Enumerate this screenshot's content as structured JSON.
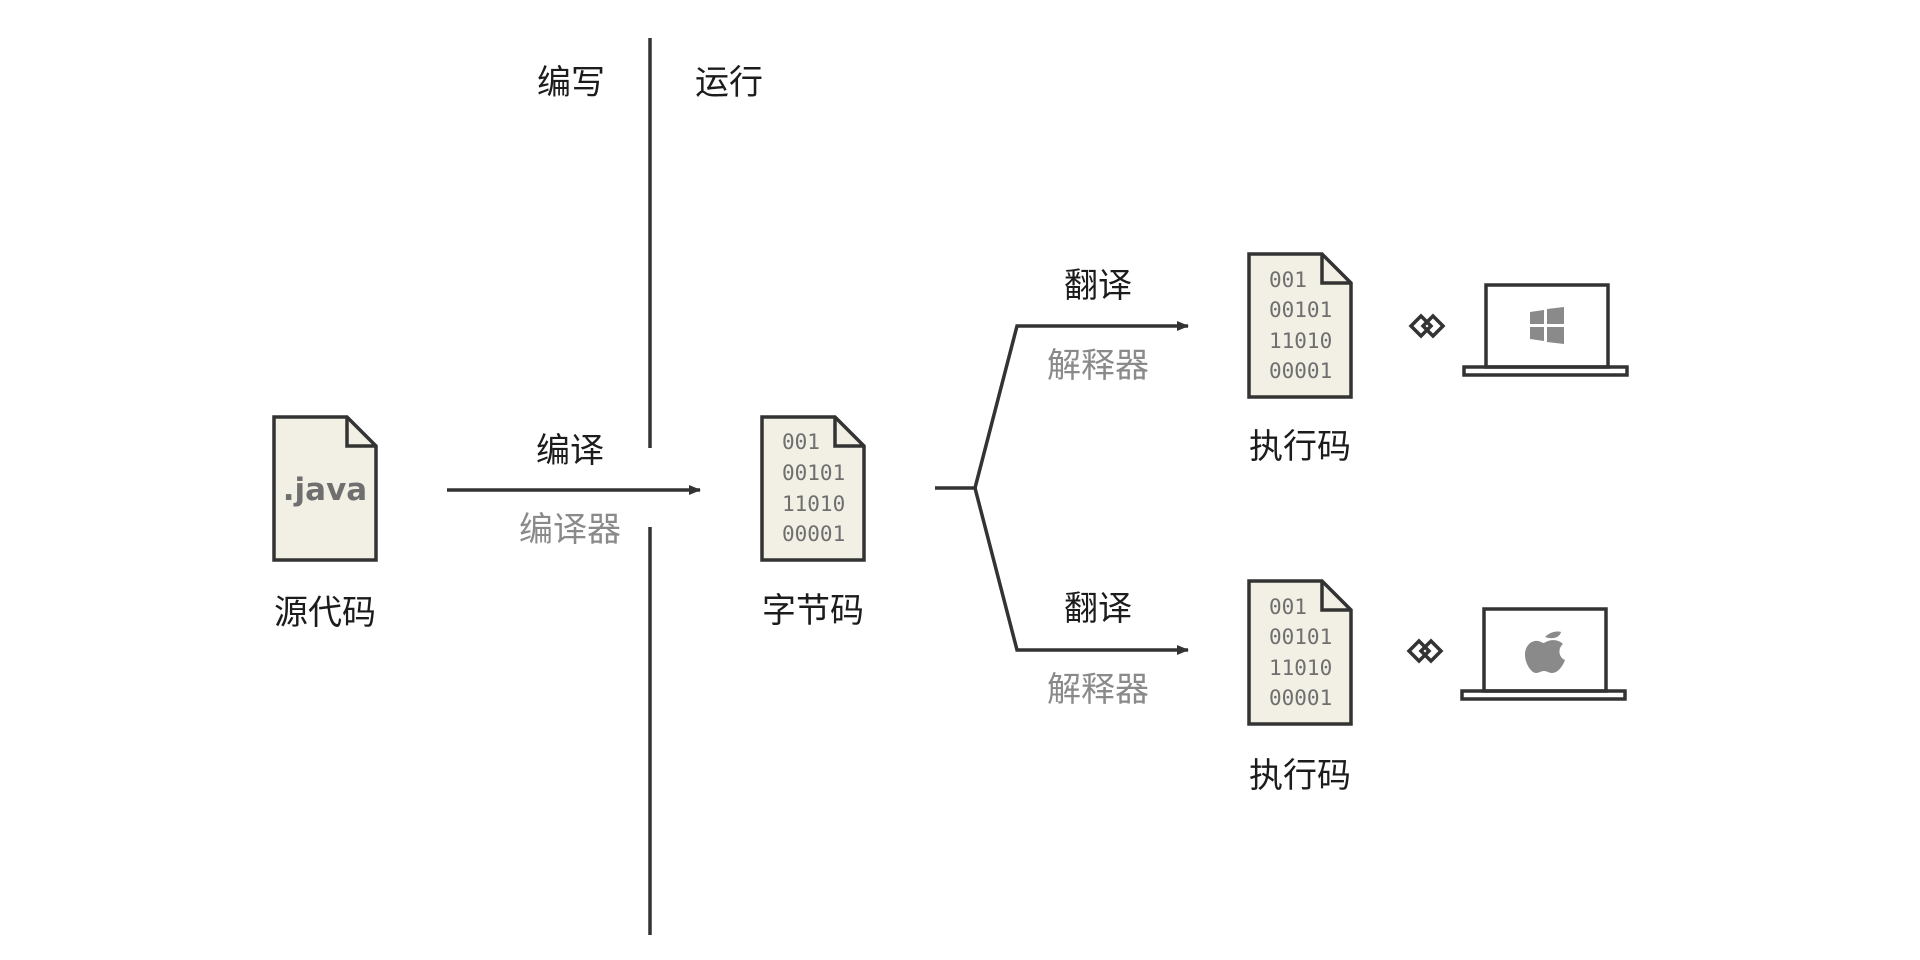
{
  "phases": {
    "write": "编写",
    "run": "运行"
  },
  "source": {
    "label": "源代码",
    "file_ext": ".java"
  },
  "compile": {
    "action": "编译",
    "tool": "编译器"
  },
  "bytecode": {
    "label": "字节码",
    "bits": [
      "001",
      "00101",
      "11010",
      "00001"
    ]
  },
  "branches": [
    {
      "action": "翻译",
      "tool": "解释器",
      "output_label": "执行码",
      "bits": [
        "001",
        "00101",
        "11010",
        "00001"
      ],
      "platform_icon": "windows-logo-icon"
    },
    {
      "action": "翻译",
      "tool": "解释器",
      "output_label": "执行码",
      "bits": [
        "001",
        "00101",
        "11010",
        "00001"
      ],
      "platform_icon": "apple-logo-icon"
    }
  ],
  "colors": {
    "stroke": "#333333",
    "doc_fill": "#f2efe4",
    "secondary_text": "#8a8a8a"
  }
}
